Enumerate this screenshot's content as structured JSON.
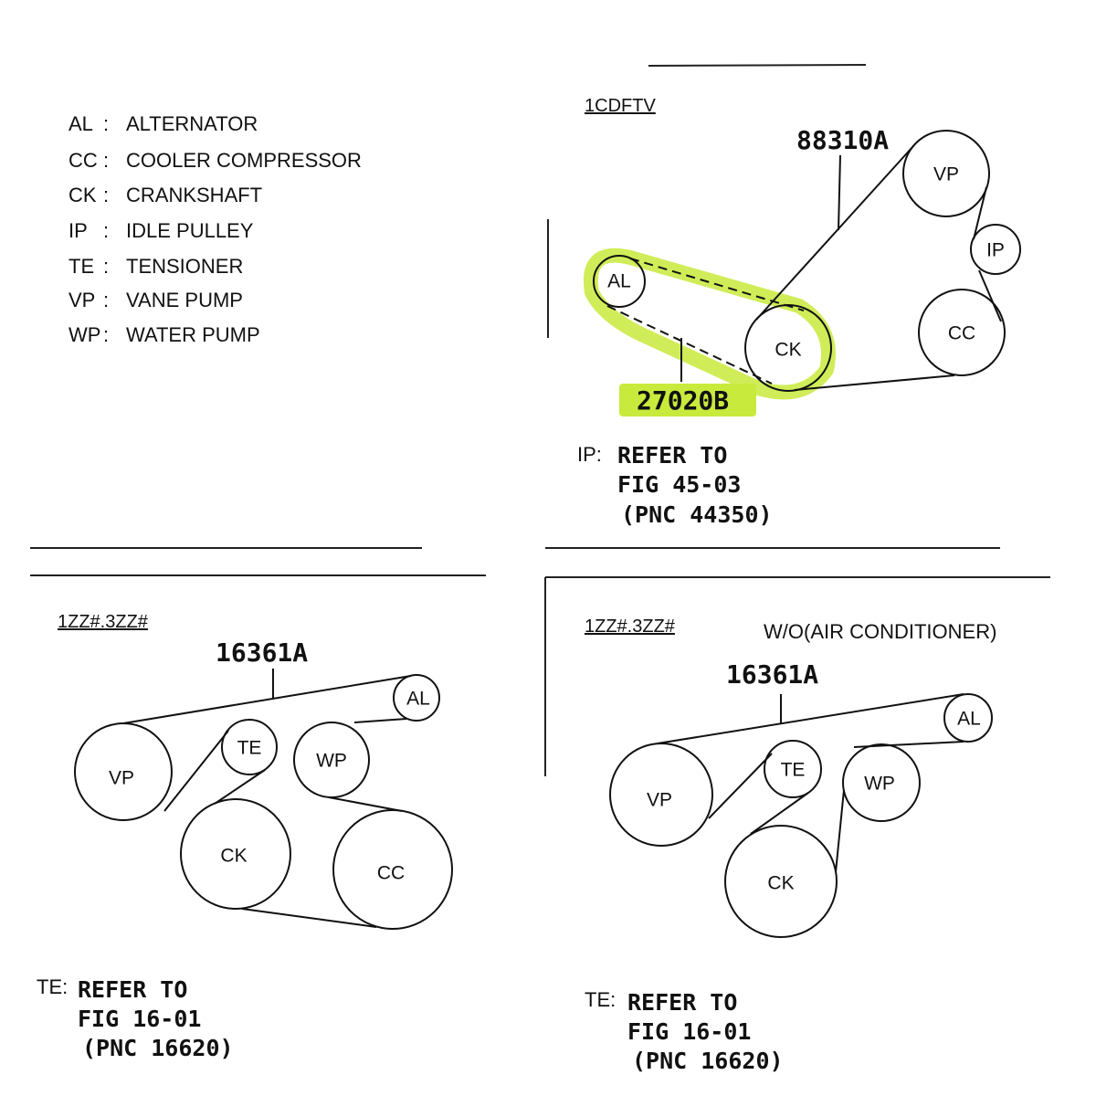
{
  "legend": [
    {
      "code": "AL",
      "sep": ":",
      "name": "ALTERNATOR"
    },
    {
      "code": "CC",
      "sep": ":",
      "name": "COOLER COMPRESSOR"
    },
    {
      "code": "CK",
      "sep": ":",
      "name": "CRANKSHAFT"
    },
    {
      "code": "IP",
      "sep": ":",
      "name": "IDLE PULLEY"
    },
    {
      "code": "TE",
      "sep": ":",
      "name": "TENSIONER"
    },
    {
      "code": "VP",
      "sep": ":",
      "name": "VANE PUMP"
    },
    {
      "code": "WP",
      "sep": ":",
      "name": "WATER PUMP"
    }
  ],
  "diagram_1cdftv": {
    "engine": "1CDFTV",
    "parts": [
      "88310A",
      "27020B"
    ],
    "pulleys": {
      "al": "AL",
      "ck": "CK",
      "vp": "VP",
      "ip": "IP",
      "cc": "CC"
    },
    "note": {
      "prefix": "IP:",
      "line1": "REFER TO",
      "line2": "FIG 45-03",
      "line3": "(PNC 44350)"
    },
    "highlight_color": "#c8ea3c"
  },
  "diagram_1zz_ac": {
    "engine": "1ZZ#.3ZZ#",
    "part": "16361A",
    "pulleys": {
      "vp": "VP",
      "te": "TE",
      "wp": "WP",
      "al": "AL",
      "ck": "CK",
      "cc": "CC"
    },
    "note": {
      "prefix": "TE:",
      "line1": "REFER TO",
      "line2": "FIG 16-01",
      "line3": "(PNC 16620)"
    }
  },
  "diagram_1zz_noac": {
    "engine": "1ZZ#.3ZZ#",
    "subtitle": "W/O(AIR CONDITIONER)",
    "part": "16361A",
    "pulleys": {
      "vp": "VP",
      "te": "TE",
      "wp": "WP",
      "al": "AL",
      "ck": "CK"
    },
    "note": {
      "prefix": "TE:",
      "line1": "REFER TO",
      "line2": "FIG 16-01",
      "line3": "(PNC 16620)"
    }
  }
}
